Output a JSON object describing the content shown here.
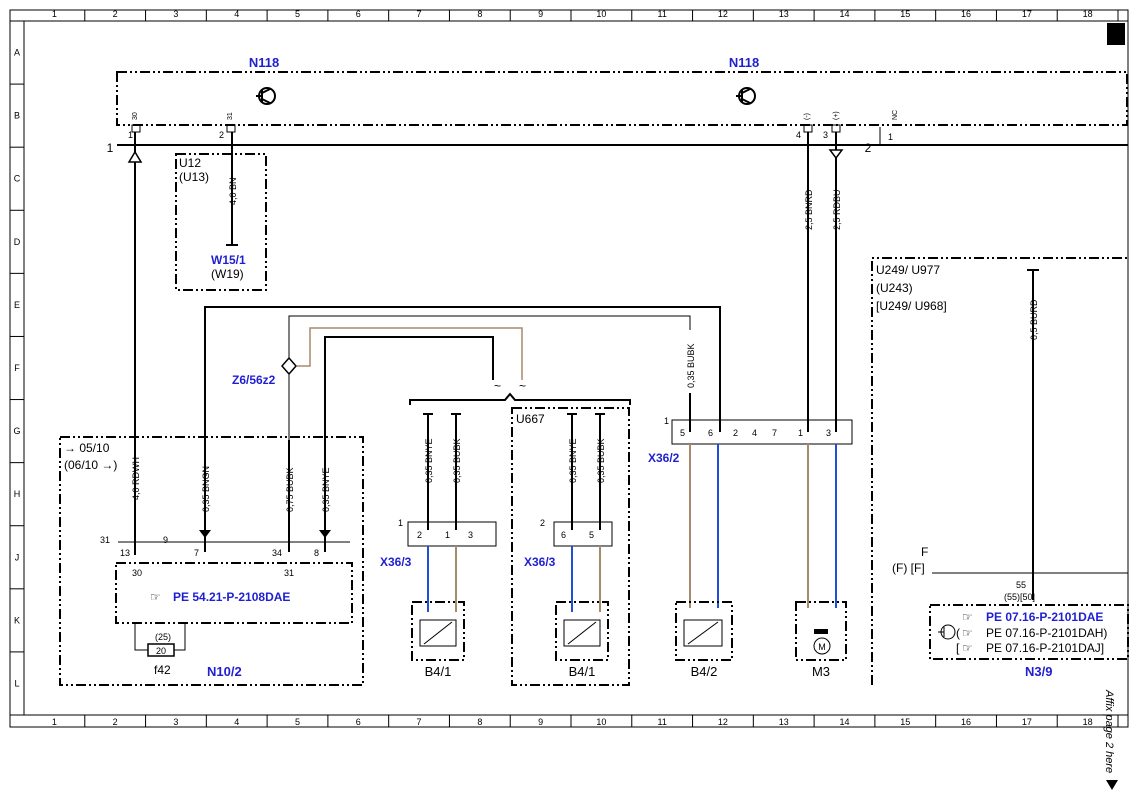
{
  "grid": {
    "columns": [
      "1",
      "2",
      "3",
      "4",
      "5",
      "6",
      "7",
      "8",
      "9",
      "10",
      "11",
      "12",
      "13",
      "14",
      "15",
      "16",
      "17",
      "18"
    ],
    "rows": [
      "A",
      "B",
      "C",
      "D",
      "E",
      "F",
      "G",
      "H",
      "J",
      "K",
      "L"
    ]
  },
  "labels": {
    "n118_left": "N118",
    "n118_right": "N118",
    "pin_30": "30",
    "pin_31": "31",
    "pin_minus": "(-)",
    "pin_plus": "(+)",
    "pin_nc": "NC",
    "pin_1": "1",
    "pin_2": "2",
    "pin_4": "4",
    "pin_3": "3",
    "left_1": "1",
    "right_2": "2",
    "right_1": "1",
    "u12": "U12",
    "u13": "(U13)",
    "w15_1": "W15/1",
    "w19": "(W19)",
    "wire_4bn": "4,0 BN",
    "wire_25bnrd": "2,5 BNRD",
    "wire_25rdbu": "2,5 RDBU",
    "u249": "U249/ U977",
    "u243": "(U243)",
    "u249b": "[U249/ U968]",
    "wire_05burd": "0,5 BURD",
    "z6": "Z6/56z2",
    "wire_035bubk_top": "0,35 BUBK",
    "x36_2_pin1": "1",
    "x36_2_pins": [
      "5",
      "6",
      "2",
      "4",
      "7",
      "1",
      "3"
    ],
    "x36_2": "X36/2",
    "u667": "U667",
    "wire_035bnye_a": "0,35 BNYE",
    "wire_035bubk_a": "0,35 BUBK",
    "wire_035bnye_b": "0,35 BNYE",
    "wire_035bubk_b": "0,35 BUBK",
    "x36_3_left": "X36/3",
    "x36_3_right": "X36/3",
    "conn_l_1": "1",
    "conn_l_pins": [
      "2",
      "1",
      "3"
    ],
    "conn_r_2": "2",
    "conn_r_pins": [
      "6",
      "5"
    ],
    "b4_1_left": "B4/1",
    "b4_1_right": "B4/1",
    "b4_2": "B4/2",
    "m3": "M3",
    "m_symbol": "M",
    "date_0510": "→ 05/10",
    "date_0610": "(06/10 →)",
    "wire_40rdwh": "4,0 RDWH",
    "wire_035bngn": "0,35 BNGN",
    "wire_075bubk": "0,75 BUBK",
    "wire_035bnye_c": "0,35 BNYE",
    "n10_pin31l": "31",
    "n10_pin9l": "9",
    "n10_pin13": "13",
    "n10_pin7": "7",
    "n10_pin34": "34",
    "n10_pin8": "8",
    "n10_pin30": "30",
    "n10_pin31": "31",
    "n10_ref": "PE 54.21-P-2108DAE",
    "fuse_25": "(25)",
    "fuse_20": "20",
    "fuse_f42": "f42",
    "n10_2": "N10/2",
    "f_label": "F",
    "f_label2": "(F) [F]",
    "pin55": "55",
    "pin55b": "(55)[50]",
    "n39_ref1": "PE 07.16-P-2101DAE",
    "n39_ref2": "PE 07.16-P-2101DAH)",
    "n39_ref3": "PE 07.16-P-2101DAJ]",
    "n39_ref2_pre": "(",
    "n39_ref3_pre": "[",
    "n3_9": "N3/9",
    "affix": "Affix page 2 here"
  },
  "colors": {
    "blue_label": "#1f1fd0",
    "wire_blue": "#1f4fd8",
    "wire_brown": "#a78a6b",
    "line": "#000000"
  }
}
